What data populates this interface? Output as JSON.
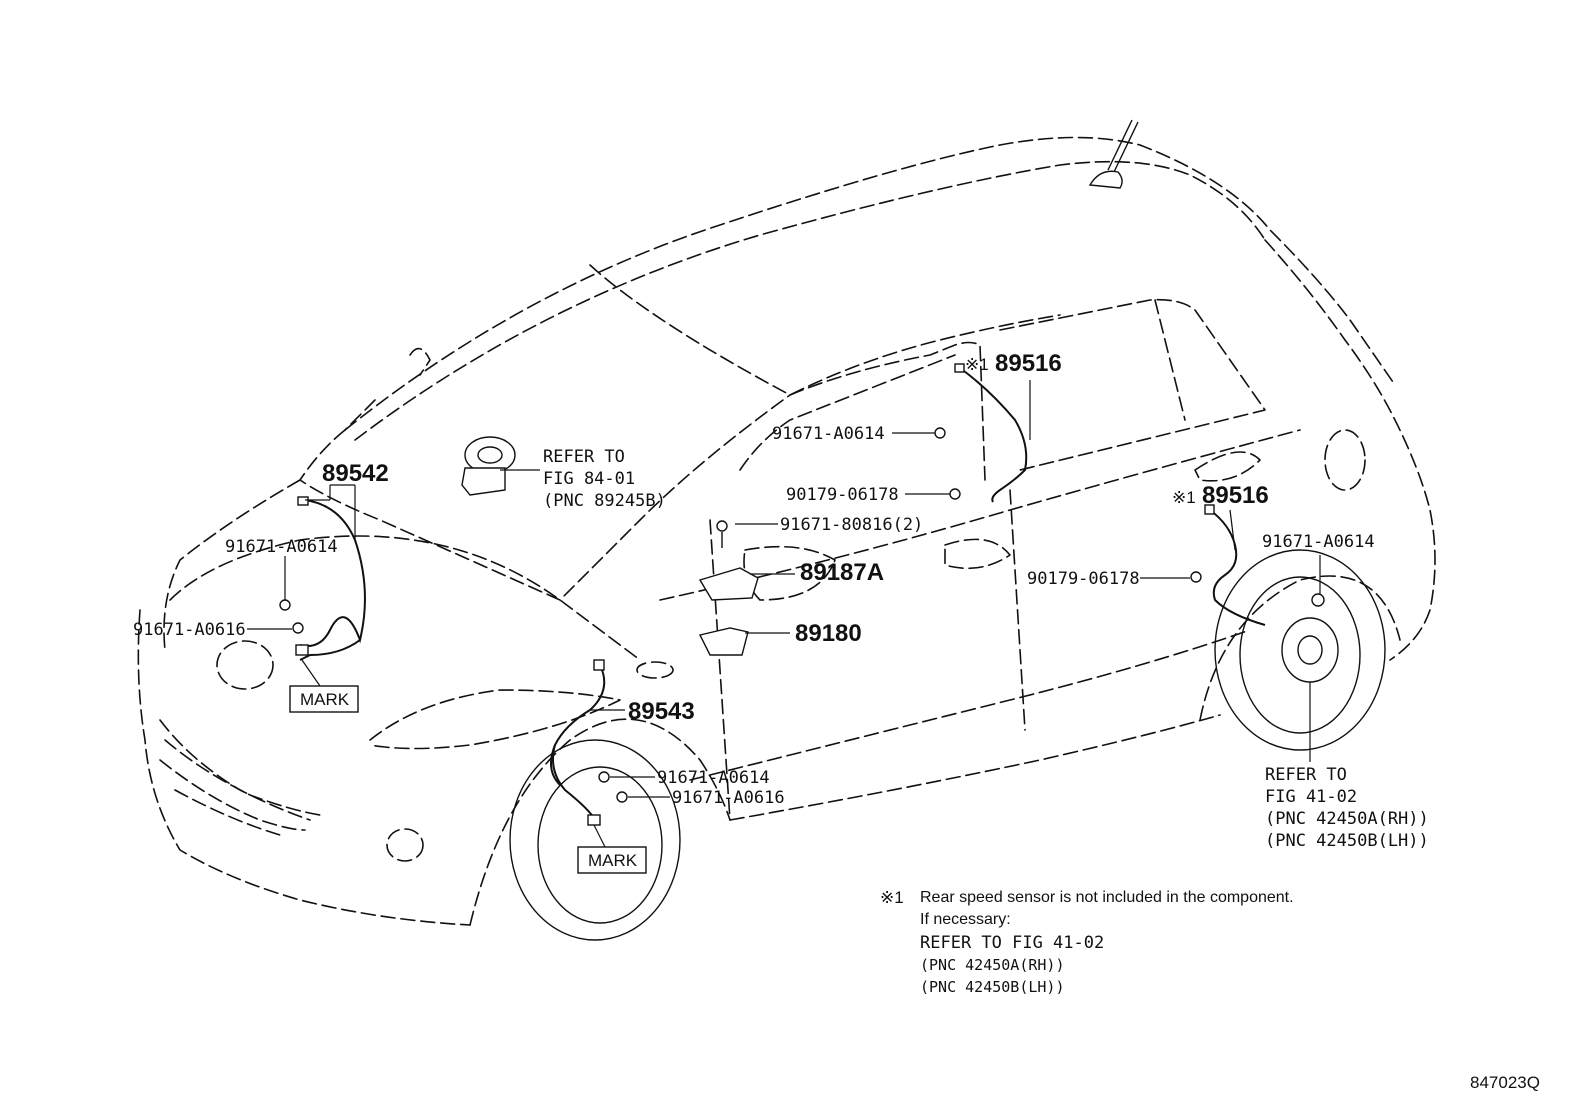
{
  "callouts": {
    "front_lh_sensor": "89542",
    "front_rh_sensor": "89543",
    "rear_sensor_1": "89516",
    "rear_sensor_2": "89516",
    "bracket_upper": "89187A",
    "bracket_lower": "89180",
    "bolt_a0614_front_lh": "91671-A0614",
    "bolt_a0616_front_lh": "91671-A0616",
    "bolt_a0614_front_rh": "91671-A0614",
    "bolt_a0616_front_rh": "91671-A0616",
    "bolt_a0614_rear_upper": "91671-A0614",
    "clip_rear_upper": "90179-06178",
    "bolt_80816": "91671-80816(2)",
    "clip_rear_lower": "90179-06178",
    "bolt_a0614_rear_lower": "91671-A0614",
    "asterisk_1": "※1",
    "asterisk_2": "※1"
  },
  "marks": {
    "front_left": "MARK",
    "front_right": "MARK"
  },
  "refer_steering": {
    "line1": "REFER TO",
    "line2": "FIG 84-01",
    "line3": "(PNC 89245B)"
  },
  "refer_hub": {
    "line1": "REFER TO",
    "line2": "FIG 41-02",
    "line3": "(PNC 42450A(RH))",
    "line4": "(PNC 42450B(LH))"
  },
  "footnote": {
    "symbol": "※1",
    "line1": "Rear speed sensor is not included in the component.",
    "line2": "If necessary:",
    "line3": "REFER TO FIG 41-02",
    "line4": "(PNC 42450A(RH))",
    "line5": "(PNC 42450B(LH))"
  },
  "diagram_code": "847023Q"
}
